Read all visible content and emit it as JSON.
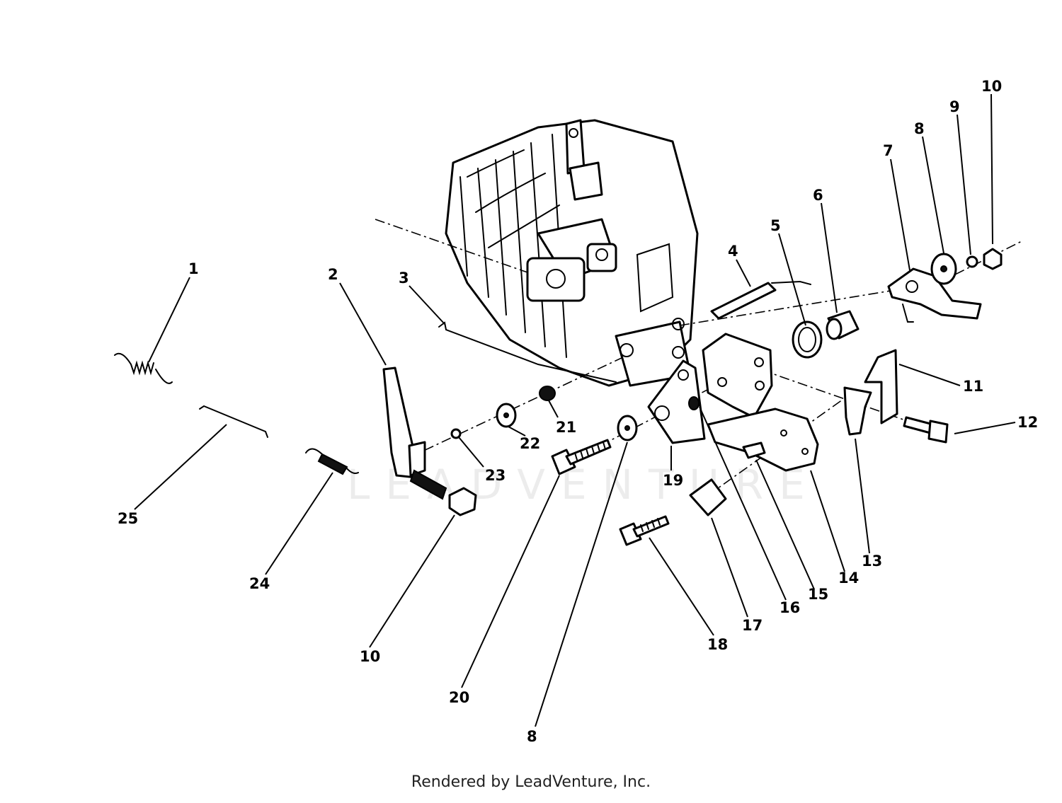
{
  "diagram": {
    "callouts": [
      "1",
      "2",
      "3",
      "4",
      "5",
      "6",
      "7",
      "8",
      "9",
      "10",
      "11",
      "12",
      "13",
      "14",
      "15",
      "16",
      "17",
      "18",
      "19",
      "20",
      "21",
      "22",
      "23",
      "24",
      "25",
      "10",
      "8"
    ],
    "watermark": "LEADVENTURE"
  },
  "footer": {
    "text": "Rendered by LeadVenture, Inc."
  }
}
